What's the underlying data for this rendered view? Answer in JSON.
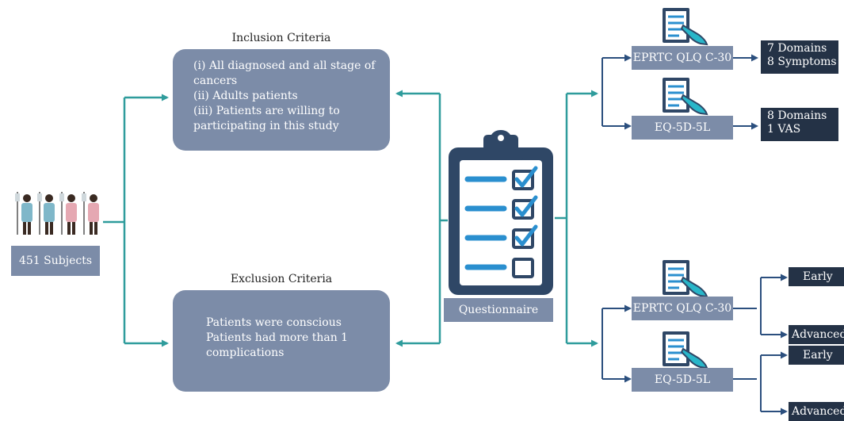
{
  "subjects": {
    "label": "451 Subjects"
  },
  "inclusion": {
    "title": "Inclusion Criteria",
    "lines": [
      "(i) All diagnosed and all stage of",
      "cancers",
      "(ii) Adults patients",
      "(iii) Patients are willing to",
      "participating in this study"
    ]
  },
  "exclusion": {
    "title": "Exclusion Criteria",
    "lines": [
      "Patients were conscious",
      "Patients had more than 1",
      "complications"
    ]
  },
  "questionnaire": {
    "label": "Questionnaire"
  },
  "instruments_top": {
    "eortc": {
      "label": "EPRTC QLQ C-30",
      "outcome_lines": [
        "7 Domains",
        "8 Symptoms"
      ]
    },
    "eq5d": {
      "label": "EQ-5D-5L",
      "outcome_lines": [
        "8 Domains",
        "1 VAS"
      ]
    }
  },
  "instruments_bottom": {
    "eortc": {
      "label": "EPRTC QLQ C-30",
      "early": "Early",
      "advanced": "Advanced"
    },
    "eq5d": {
      "label": "EQ-5D-5L",
      "early": "Early",
      "advanced": "Advanced"
    }
  },
  "colors": {
    "teal": "#2f9c9c",
    "navy": "#2b4f7e",
    "panel": "#7c8ca8",
    "dark": "#243246",
    "clip_blue": "#2a8fcf"
  },
  "icons": {
    "patients": "patient-figures-icon",
    "clipboard": "clipboard-checklist-icon",
    "form": "form-pen-icon"
  }
}
